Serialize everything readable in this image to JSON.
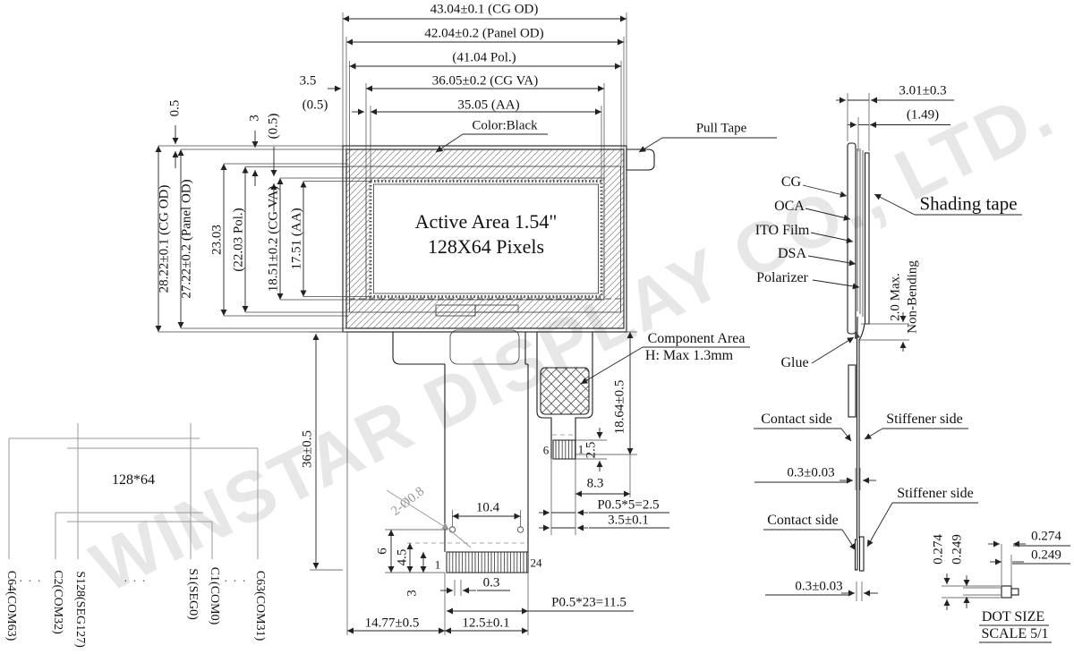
{
  "watermark": "WINSTAR DISPLAY CO., LTD.",
  "front": {
    "dims_top": [
      "43.04±0.1 (CG OD)",
      "42.04±0.2 (Panel OD)",
      "(41.04 Pol.)",
      "36.05±0.2 (CG VA)",
      "35.05 (AA)"
    ],
    "dim_3_5": "3.5",
    "dim_05_h": "(0.5)",
    "dims_left": [
      "28.22±0.1 (CG OD)",
      "27.22±0.2 (Panel OD)",
      "23.03",
      "(22.03 Pol.)",
      "18.51±0.2 (CG VA)",
      "17.51 (AA)"
    ],
    "dim_05_v": "0.5",
    "dim_3_v": "3",
    "dim_05_v2": "(0.5)",
    "color_label": "Color:Black",
    "pull_tape": "Pull Tape",
    "aa_line1": "Active Area 1.54\"",
    "aa_line2": "128X64 Pixels",
    "component_line1": "Component Area",
    "component_line2": "H: Max 1.3mm",
    "dim_18_64": "18.64±0.5",
    "dim_2_5": "2.5",
    "dim_8_3": "8.3",
    "dim_p05_5": "P0.5*5=2.5",
    "dim_3_5_01": "3.5±0.1",
    "dim_36": "36±0.5",
    "hole": "2-Ø0.8",
    "dim_10_4": "10.4",
    "dim_6": "6",
    "dim_4_5": "4.5",
    "dim_3b": "3",
    "dim_0_3": "0.3",
    "dim_p05_23": "P0.5*23=11.5",
    "dim_14_77": "14.77±0.5",
    "dim_12_5": "12.5±0.1",
    "pin6_left": "6",
    "pin6_right": "1",
    "pin24_left": "1",
    "pin24_right": "24"
  },
  "pinmap": {
    "res": "128*64",
    "labels": [
      "C64(COM63)",
      "C2(COM32)",
      "S128(SEG127)",
      "S1(SEG0)",
      "C1(COM0)",
      "C63(COM31)"
    ],
    "dots": "· · ·"
  },
  "side": {
    "dim_3_01": "3.01±0.3",
    "dim_1_49": "(1.49)",
    "layers": [
      "CG",
      "OCA",
      "ITO Film",
      "DSA",
      "Polarizer"
    ],
    "shading": "Shading tape",
    "bend1": "2.0 Max.",
    "bend2": "Non-Bending",
    "glue": "Glue",
    "contact1": "Contact side",
    "stiff1": "Stiffener side",
    "dim_03a": "0.3±0.03",
    "stiff2": "Stiffener side",
    "contact2": "Contact side",
    "dim_03b": "0.3±0.03"
  },
  "dotsize": {
    "v1": "0.274",
    "v2": "0.249",
    "h1": "0.274",
    "h2": "0.249",
    "t1": "DOT SIZE",
    "t2": "SCALE 5/1"
  }
}
